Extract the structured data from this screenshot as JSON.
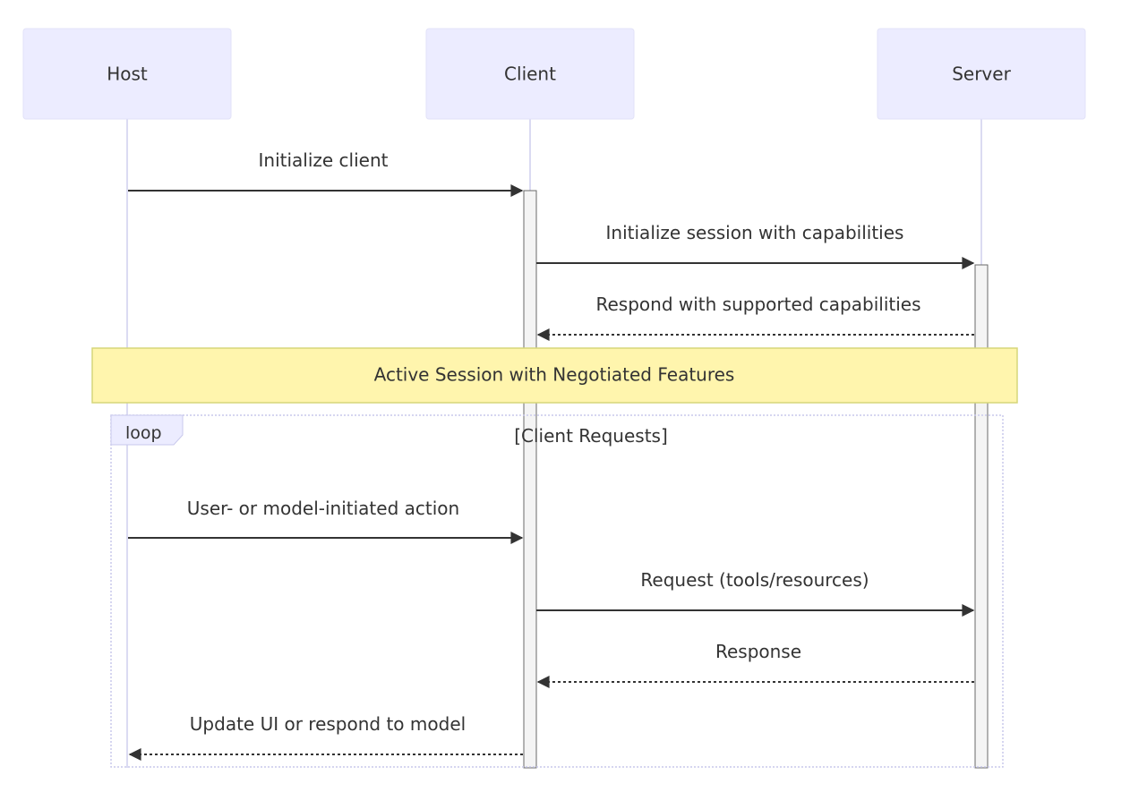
{
  "actors": [
    {
      "id": "host",
      "label": "Host"
    },
    {
      "id": "client",
      "label": "Client"
    },
    {
      "id": "server",
      "label": "Server"
    }
  ],
  "messages": [
    {
      "id": "initialize-client",
      "label": "Initialize client",
      "from": "host",
      "to": "client",
      "style": "solid"
    },
    {
      "id": "initialize-session",
      "label": "Initialize session with capabilities",
      "from": "client",
      "to": "server",
      "style": "solid"
    },
    {
      "id": "respond-capabilities",
      "label": "Respond with supported capabilities",
      "from": "server",
      "to": "client",
      "style": "dashed"
    },
    {
      "id": "user-action",
      "label": "User- or model-initiated action",
      "from": "host",
      "to": "client",
      "style": "solid"
    },
    {
      "id": "request",
      "label": "Request (tools/resources)",
      "from": "client",
      "to": "server",
      "style": "solid"
    },
    {
      "id": "response",
      "label": "Response",
      "from": "server",
      "to": "client",
      "style": "dashed"
    },
    {
      "id": "update-ui",
      "label": "Update UI or respond to model",
      "from": "client",
      "to": "host",
      "style": "dashed"
    }
  ],
  "note": {
    "label": "Active Session with Negotiated Features"
  },
  "loop": {
    "keyword": "loop",
    "condition": "[Client Requests]"
  },
  "colors": {
    "actor_fill": "#ececff",
    "actor_border": "#e2e2f8",
    "lifeline": "#cfcfee",
    "activation_fill": "#f4f4f4",
    "activation_border": "#6a6a6a",
    "note_fill": "#fff5ad",
    "note_border": "#d6d67a",
    "arrow": "#333333",
    "text": "#333333",
    "loop_border": "#c9c9ec",
    "loop_label_fill": "#ececff"
  }
}
